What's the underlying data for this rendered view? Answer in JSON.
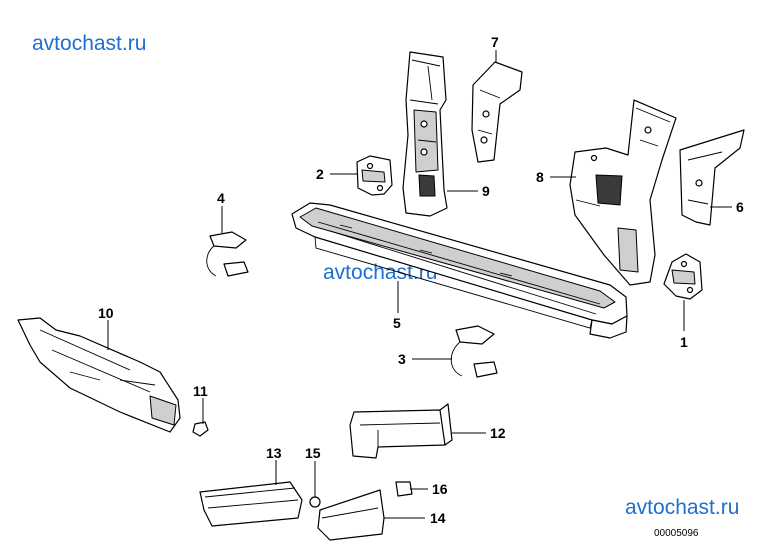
{
  "watermark": "avtochast.ru",
  "diagram_code": "00005096",
  "callouts": [
    "1",
    "2",
    "3",
    "4",
    "5",
    "6",
    "7",
    "8",
    "9",
    "10",
    "11",
    "12",
    "13",
    "14",
    "15",
    "16"
  ]
}
